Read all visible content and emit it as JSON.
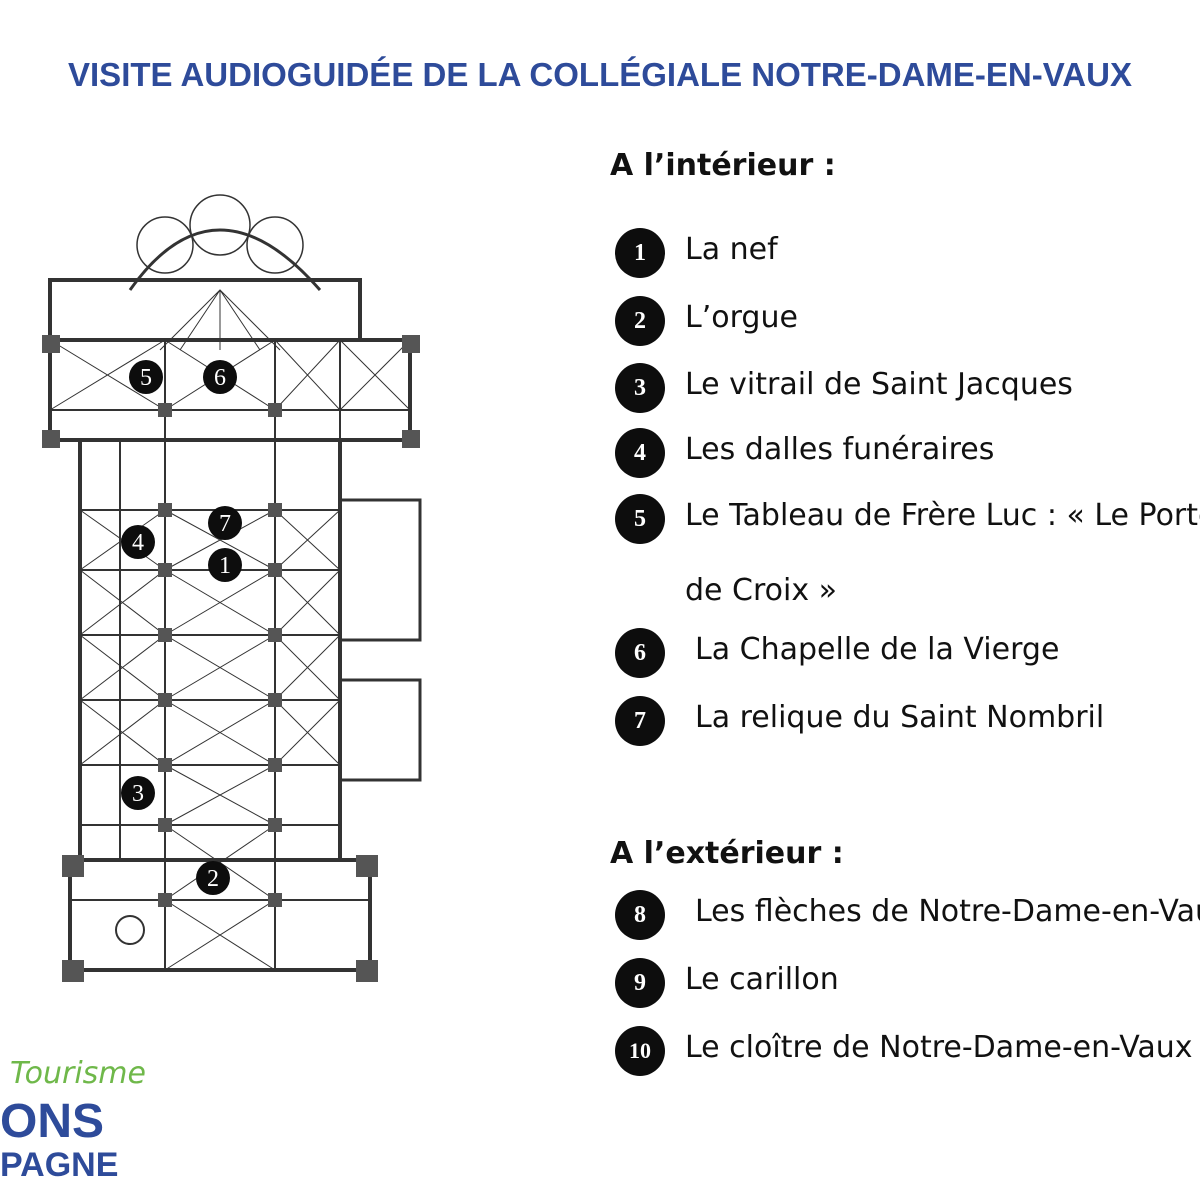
{
  "title": "VISITE AUDIOGUIDÉE DE LA COLLÉGIALE NOTRE-DAME-EN-VAUX",
  "interior": {
    "heading": "A l’intérieur :",
    "items": [
      {
        "number": "1",
        "label": "La nef"
      },
      {
        "number": "2",
        "label": "L’orgue"
      },
      {
        "number": "3",
        "label": "Le vitrail de Saint Jacques"
      },
      {
        "number": "4",
        "label": "Les dalles funéraires"
      },
      {
        "number": "5",
        "label": "Le Tableau de Frère Luc : « Le Porte",
        "continuation": "de Croix »"
      },
      {
        "number": "6",
        "label": "La Chapelle de la Vierge"
      },
      {
        "number": "7",
        "label": "La relique du Saint Nombril"
      }
    ]
  },
  "exterior": {
    "heading": "A l’extérieur :",
    "items": [
      {
        "number": "8",
        "label": "Les flèches de Notre-Dame-en-Vaux"
      },
      {
        "number": "9",
        "label": "Le carillon"
      },
      {
        "number": "10",
        "label": "Le cloître de Notre-Dame-en-Vaux"
      }
    ]
  },
  "plan": {
    "markers": [
      "5",
      "6",
      "7",
      "4",
      "1",
      "3",
      "2"
    ]
  },
  "logo": {
    "line1": "Tourisme",
    "line2": "ONS",
    "line3": "PAGNE",
    "colors": {
      "green": "#6fb84a",
      "blue": "#2e4b9a"
    }
  },
  "colors": {
    "title": "#2e4b9a",
    "badge": "#0d0d0d"
  }
}
